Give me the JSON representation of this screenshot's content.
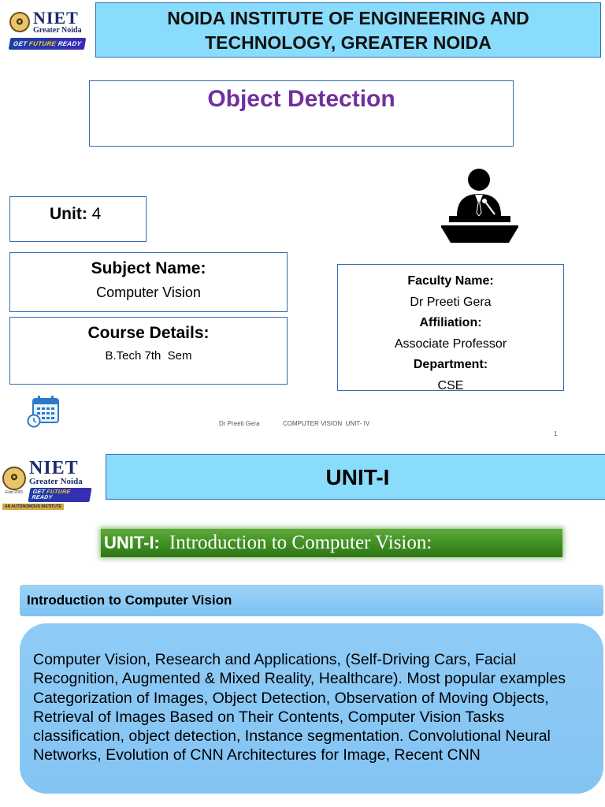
{
  "slide1": {
    "logo": {
      "name": "NIET",
      "sub": "Greater Noida",
      "tagline_a": "GET ",
      "tagline_b": "FUTURE",
      "tagline_c": " READY"
    },
    "institute_line1": "NOIDA INSTITUTE OF ENGINEERING AND",
    "institute_line2": "TECHNOLOGY, GREATER NOIDA",
    "title": "Object Detection",
    "unit_label": "Unit:",
    "unit_value": "4",
    "subject_heading": "Subject Name:",
    "subject_value": "Computer Vision",
    "course_heading": "Course Details:",
    "course_value": "B.Tech 7th  Sem",
    "faculty_heading": "Faculty Name:",
    "faculty_value": "Dr Preeti Gera",
    "affiliation_heading": "Affiliation:",
    "affiliation_value": "Associate Professor",
    "department_heading": "Department:",
    "department_value": "CSE",
    "footer_author": "Dr Preeti Gera",
    "footer_subject": "COMPUTER VISION  UNIT- IV",
    "page_number": "1",
    "icons": [
      "speaker-at-podium-icon",
      "calendar-clock-icon"
    ]
  },
  "slide2": {
    "logo": {
      "name": "NIET",
      "sub": "Greater Noida",
      "tagline_a": "GET ",
      "tagline_b": "FUTURE",
      "tagline_c": " READY",
      "strip": "AN AUTONOMOUS INSTITUTE",
      "estd": "Estd 2001"
    },
    "unit_title": "UNIT-I",
    "green_label": "UNIT-I:",
    "green_text": "Introduction to Computer Vision:",
    "intro_heading": "Introduction to Computer Vision",
    "description": "Computer Vision, Research and Applications, (Self-Driving Cars, Facial Recognition, Augmented & Mixed Reality, Healthcare). Most popular examples Categorization of Images, Object Detection, Observation of Moving Objects, Retrieval of Images Based on Their Contents, Computer Vision Tasks classification, object detection, Instance segmentation. Convolutional Neural Networks, Evolution of CNN Architectures for Image, Recent CNN"
  },
  "colors": {
    "title_purple": "#7030a0",
    "header_blue": "#89dcfb",
    "border_blue": "#2f6db5",
    "green_bar": "#3f8e22",
    "light_blue": "#8fcbf6"
  }
}
